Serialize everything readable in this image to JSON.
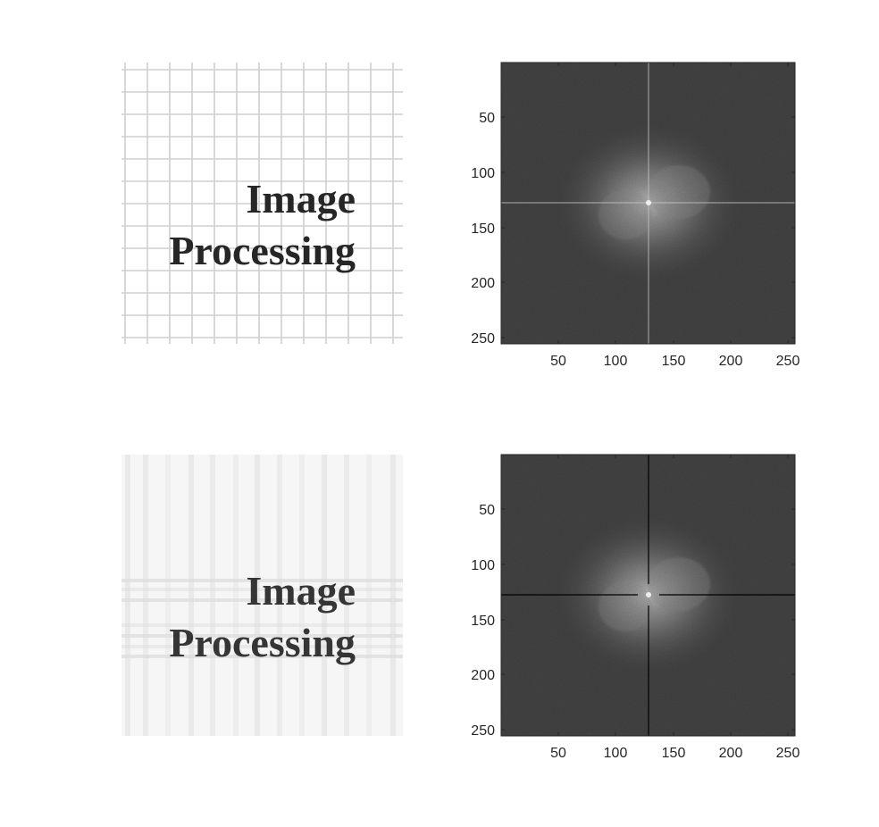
{
  "figure": {
    "background": "#ffffff",
    "tick_color": "#262626",
    "spectrum_dark_color": "#3c3c3c",
    "spectrum_mid_color": "#6e6e6e",
    "spectrum_glow_color": "#b8b8b8",
    "line_color_original": "#d8d8d8",
    "line_color_filtered": "#000000"
  },
  "panels": {
    "top_left": {
      "text_line1": "Image",
      "text_line2": "Processing",
      "grid_color": "#cfcfcf",
      "background": "#ffffff"
    },
    "bottom_left": {
      "text_line1": "Image",
      "text_line2": "Processing",
      "background": "#f6f6f6",
      "band_color": "#e4e4e4"
    },
    "top_right": {
      "x_ticks": [
        "50",
        "100",
        "150",
        "200",
        "250"
      ],
      "y_ticks": [
        "50",
        "100",
        "150",
        "200",
        "250"
      ]
    },
    "bottom_right": {
      "x_ticks": [
        "50",
        "100",
        "150",
        "200",
        "250"
      ],
      "y_ticks": [
        "50",
        "100",
        "150",
        "200",
        "250"
      ]
    }
  }
}
